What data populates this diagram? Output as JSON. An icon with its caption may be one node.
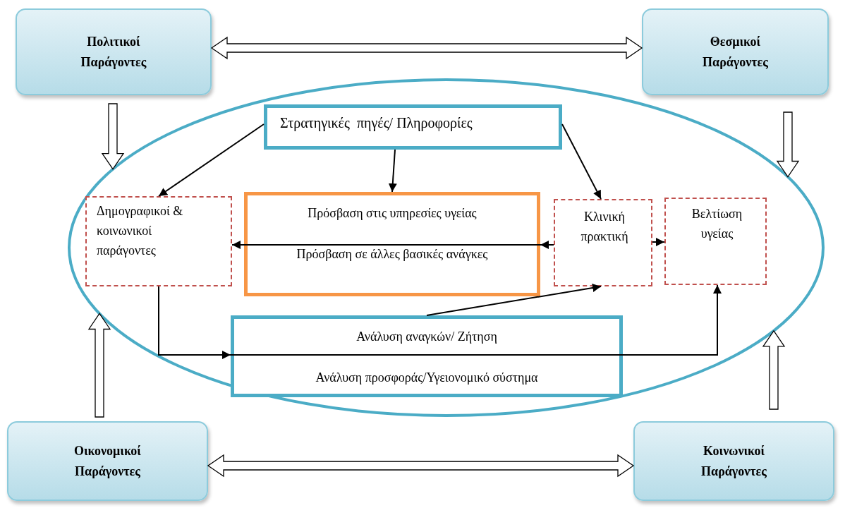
{
  "diagram": {
    "nodes": [
      {
        "text": [
          "Πολιτικοί Παράγοντες"
        ]
      },
      {
        "text": [
          "Θεσμικοί Παράγοντες"
        ]
      },
      {
        "text": [],
        "shape": "ellipse"
      },
      {
        "text": [
          "Στρατηγικές  πηγές/ Πληροφορίες"
        ],
        "in": 2
      },
      {
        "text": [
          "Δημογραφικοί & κοινωνικοί παράγοντες"
        ],
        "in": 2
      },
      {
        "text": [
          "Πρόσβαση στις υπηρεσίες υγείας",
          "Πρόσβαση σε άλλες βασικές ανάγκες"
        ],
        "in": 2
      },
      {
        "text": [
          "Κλινική πρακτική"
        ],
        "in": 2
      },
      {
        "text": [
          "Βελτίωση υγείας"
        ],
        "in": 2
      },
      {
        "text": [
          "Ανάλυση αναγκών/ Ζήτηση",
          "Ανάλυση προσφοράς/Υγειονομικό σύστημα"
        ],
        "in": 2
      },
      {
        "text": [
          "Οικονομικοί Παράγοντες"
        ]
      },
      {
        "text": [
          "Κοινωνικοί Παράγοντες"
        ]
      }
    ],
    "edges": [
      {
        "from": 0,
        "to": 1,
        "arrow": "both"
      },
      {
        "from": 9,
        "to": 10,
        "arrow": "both"
      },
      {
        "from": 0,
        "to": 2,
        "arrow": "to"
      },
      {
        "from": 1,
        "to": 2,
        "arrow": "to"
      },
      {
        "from": 9,
        "to": 2,
        "arrow": "to"
      },
      {
        "from": 10,
        "to": 2,
        "arrow": "to"
      },
      {
        "from": 3,
        "to": 4,
        "arrow": "to"
      },
      {
        "from": 3,
        "to": 5,
        "arrow": "to"
      },
      {
        "from": 3,
        "to": 6,
        "arrow": "to"
      },
      {
        "from": 6,
        "to": 5,
        "arrow": "to"
      },
      {
        "from": 5,
        "to": 4,
        "arrow": "to"
      },
      {
        "from": 6,
        "to": 7,
        "arrow": "to"
      },
      {
        "from": 4,
        "to": 8,
        "arrow": "to"
      },
      {
        "from": 8,
        "to": 7,
        "arrow": "to"
      },
      {
        "from": 8,
        "to": 6,
        "arrow": "to"
      }
    ]
  }
}
